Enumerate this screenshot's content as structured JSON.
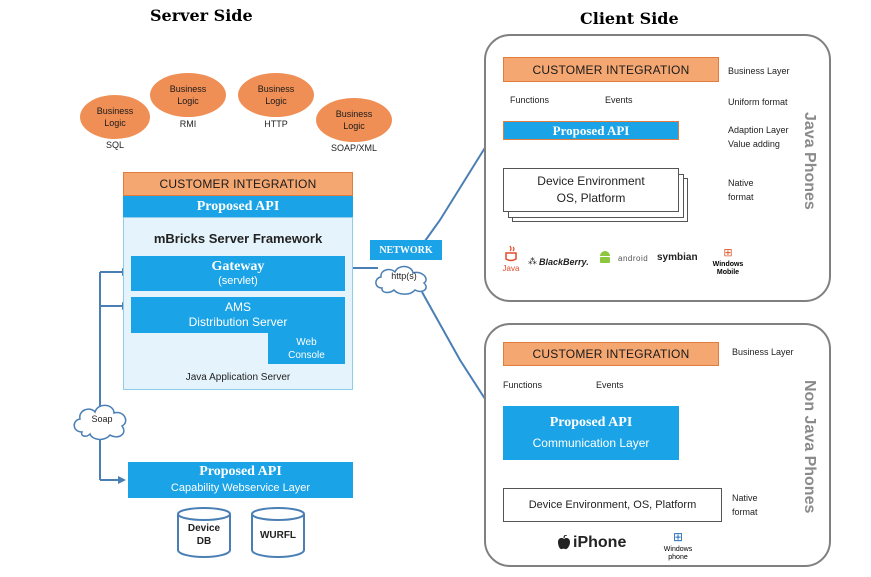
{
  "titles": {
    "server": "Server Side",
    "client": "Client Side"
  },
  "server": {
    "business_logic": [
      {
        "label": "Business Logic",
        "caption": "SQL"
      },
      {
        "label": "Business Logic",
        "caption": "RMI"
      },
      {
        "label": "Business Logic",
        "caption": "HTTP"
      },
      {
        "label": "Business Logic",
        "caption": "SOAP/XML"
      }
    ],
    "customer_integration": "CUSTOMER INTEGRATION",
    "proposed_api": "Proposed API",
    "framework_title": "mBricks Server Framework",
    "gateway": {
      "title": "Gateway",
      "subtitle": "(servlet)"
    },
    "ams": {
      "line1": "AMS",
      "line2": "Distribution Server"
    },
    "web_console": {
      "line1": "Web",
      "line2": "Console"
    },
    "app_server": "Java Application Server",
    "soap": "Soap",
    "capability": {
      "title": "Proposed API",
      "subtitle": "Capability Webservice Layer"
    },
    "databases": [
      {
        "line1": "Device",
        "line2": "DB"
      },
      {
        "line1": "WURFL",
        "line2": ""
      }
    ]
  },
  "network": {
    "label": "NETWORK",
    "protocol": "http(s)"
  },
  "java_panel": {
    "side_label": "Java Phones",
    "customer_integration": "CUSTOMER INTEGRATION",
    "functions": "Functions",
    "events": "Events",
    "proposed_api": "Proposed API",
    "device_env": {
      "line1": "Device Environment",
      "line2": "OS, Platform"
    },
    "notes": {
      "business": "Business Layer",
      "uniform": "Uniform format",
      "adaption": "Adaption Layer",
      "value": "Value adding",
      "native1": "Native",
      "native2": "format"
    },
    "logos": [
      "Java",
      "BlackBerry.",
      "android",
      "symbian",
      "Windows Mobile"
    ]
  },
  "nonjava_panel": {
    "side_label": "Non Java Phones",
    "customer_integration": "CUSTOMER INTEGRATION",
    "functions": "Functions",
    "events": "Events",
    "proposed_api": "Proposed API",
    "comm_layer": "Communication Layer",
    "device_env": "Device Environment, OS, Platform",
    "notes": {
      "business": "Business Layer",
      "native1": "Native",
      "native2": "format"
    },
    "logos": [
      "iPhone",
      "Windows phone"
    ]
  },
  "colors": {
    "orange": "#f5a772",
    "blue": "#1aa3e6",
    "arrow": "#4a7fb5",
    "ellipse": "#f08f55",
    "panel_border": "#808080"
  }
}
